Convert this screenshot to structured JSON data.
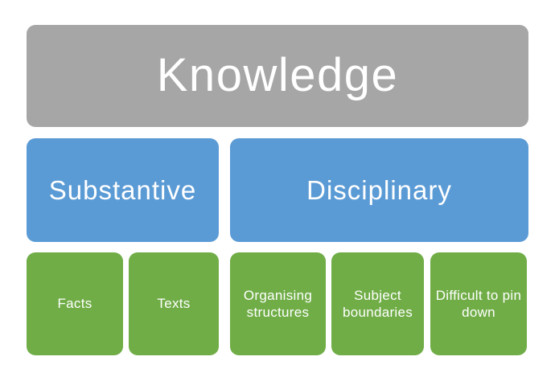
{
  "diagram": {
    "background_color": "#ffffff",
    "text_color": "#ffffff",
    "leaf_color": "#70ad47",
    "root": {
      "label": "Knowledge",
      "color": "#a6a6a6"
    },
    "branches": [
      {
        "label": "Substantive",
        "color": "#5b9bd5",
        "children": [
          {
            "label": "Facts"
          },
          {
            "label": "Texts"
          }
        ]
      },
      {
        "label": "Disciplinary",
        "color": "#5b9bd5",
        "children": [
          {
            "label": "Organising structures"
          },
          {
            "label": "Subject boundaries"
          },
          {
            "label": "Difficult to pin down"
          }
        ]
      }
    ]
  }
}
